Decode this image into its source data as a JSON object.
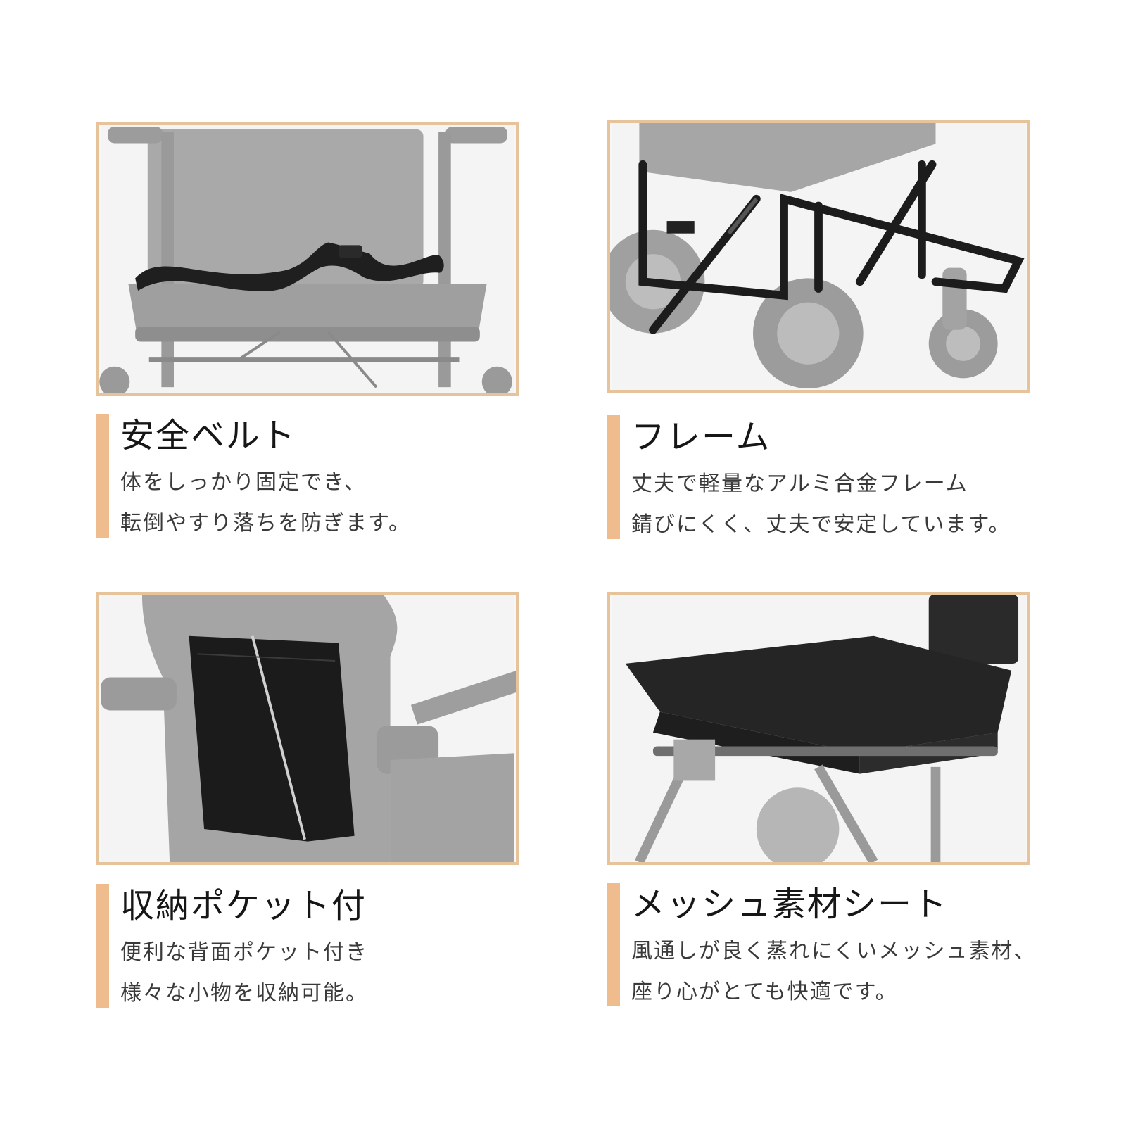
{
  "colors": {
    "accent": "#efbd8d",
    "border": "#e7c39c",
    "text": "#161616"
  },
  "features": [
    {
      "title": "安全ベルト",
      "line1": "体をしっかり固定でき、",
      "line2": "転倒やすり落ちを防ぎます。",
      "image": "seat-belt-photo"
    },
    {
      "title": "フレーム",
      "line1": "丈夫で軽量なアルミ合金フレーム",
      "line2": "錆びにくく、丈夫で安定しています。",
      "image": "frame-photo"
    },
    {
      "title": "収納ポケット付",
      "line1": "便利な背面ポケット付き",
      "line2": "様々な小物を収納可能。",
      "image": "storage-pocket-photo"
    },
    {
      "title": "メッシュ素材シート",
      "line1": "風通しが良く蒸れにくいメッシュ素材、",
      "line2": "座り心がとても快適です。",
      "image": "mesh-seat-photo"
    }
  ]
}
